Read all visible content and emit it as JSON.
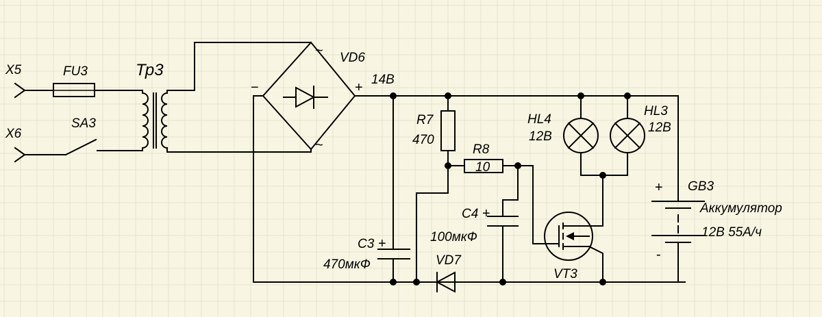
{
  "labels": {
    "x5": "X5",
    "x6": "X6",
    "fu3": "FU3",
    "sa3": "SA3",
    "tr3": "Тр3",
    "vd6": "VD6",
    "v14": "14В",
    "r7": "R7",
    "r7_val": "470",
    "r8": "R8",
    "r8_val": "10",
    "c3": "C3",
    "c3_val": "470мкФ",
    "c4": "C4",
    "c4_val": "100мкФ",
    "vd7": "VD7",
    "vt3": "VT3",
    "hl4": "HL4",
    "hl4_val": "12В",
    "hl3": "HL3",
    "hl3_val": "12В",
    "gb3": "GB3",
    "gb3_name": "Аккумулятор",
    "gb3_val": "12В 55А/ч"
  },
  "symbols": {
    "plus": "+",
    "minus": "−",
    "minus_small": "-",
    "ac": "~"
  },
  "colors": {
    "background": "#f8f6e3",
    "grid": "#e6e2cb",
    "wire": "#000000"
  }
}
